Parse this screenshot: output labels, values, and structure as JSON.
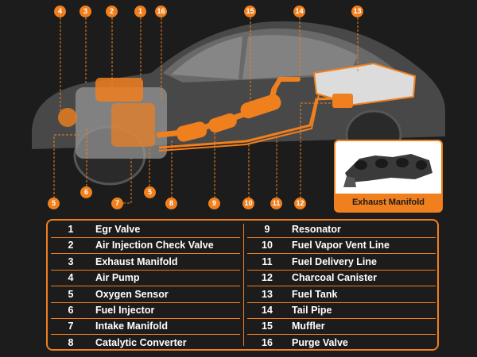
{
  "callouts": [
    {
      "n": "4"
    },
    {
      "n": "3"
    },
    {
      "n": "2"
    },
    {
      "n": "1"
    },
    {
      "n": "16"
    },
    {
      "n": "15"
    },
    {
      "n": "14"
    },
    {
      "n": "13"
    },
    {
      "n": "5"
    },
    {
      "n": "6"
    },
    {
      "n": "7"
    },
    {
      "n": "5"
    },
    {
      "n": "8"
    },
    {
      "n": "9"
    },
    {
      "n": "10"
    },
    {
      "n": "11"
    },
    {
      "n": "12"
    }
  ],
  "inset": {
    "caption": "Exhaust Manifold"
  },
  "legend": [
    {
      "num": "1",
      "name": "Egr Valve"
    },
    {
      "num": "2",
      "name": "Air Injection Check Valve"
    },
    {
      "num": "3",
      "name": "Exhaust Manifold"
    },
    {
      "num": "4",
      "name": "Air Pump"
    },
    {
      "num": "5",
      "name": "Oxygen Sensor"
    },
    {
      "num": "6",
      "name": "Fuel Injector"
    },
    {
      "num": "7",
      "name": "Intake Manifold"
    },
    {
      "num": "8",
      "name": "Catalytic Converter"
    },
    {
      "num": "9",
      "name": "Resonator"
    },
    {
      "num": "10",
      "name": "Fuel Vapor Vent Line"
    },
    {
      "num": "11",
      "name": "Fuel Delivery Line"
    },
    {
      "num": "12",
      "name": "Charcoal Canister"
    },
    {
      "num": "13",
      "name": "Fuel Tank"
    },
    {
      "num": "14",
      "name": "Tail Pipe"
    },
    {
      "num": "15",
      "name": "Muffler"
    },
    {
      "num": "16",
      "name": "Purge Valve"
    }
  ],
  "colors": {
    "accent": "#f07f1e",
    "background": "#1c1c1c",
    "car_body": "#6e6e6e"
  }
}
